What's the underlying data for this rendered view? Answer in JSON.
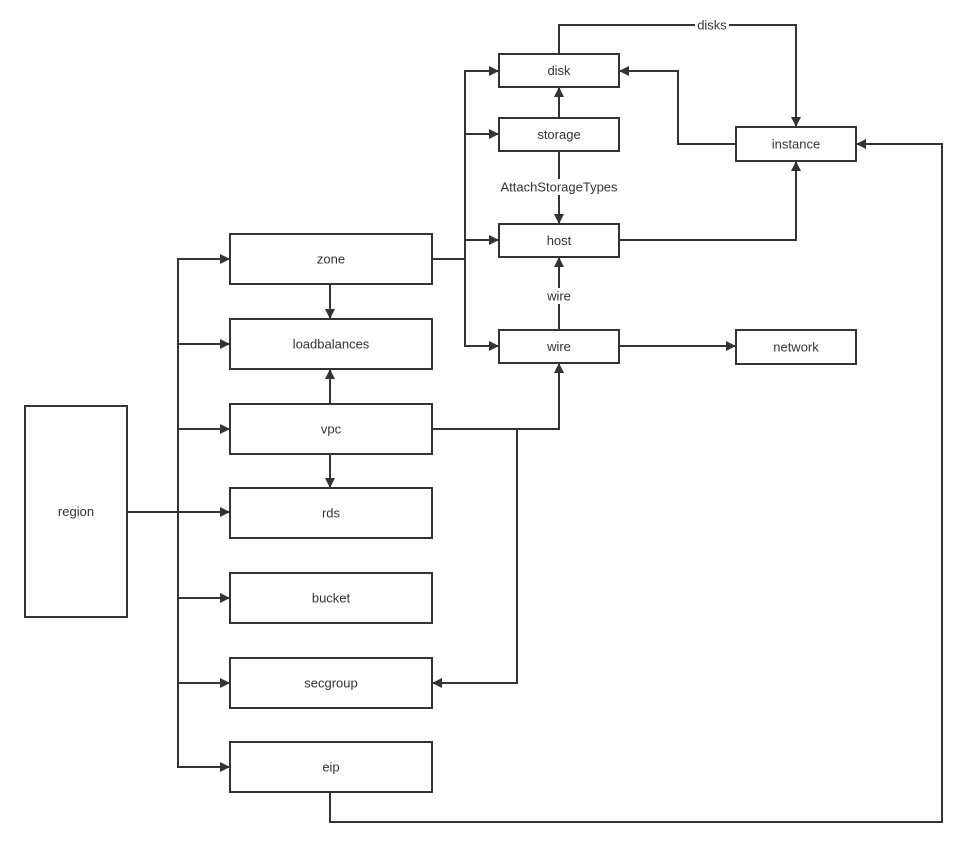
{
  "nodes": {
    "region": "region",
    "zone": "zone",
    "loadbalances": "loadbalances",
    "vpc": "vpc",
    "rds": "rds",
    "bucket": "bucket",
    "secgroup": "secgroup",
    "eip": "eip",
    "disk": "disk",
    "storage": "storage",
    "host": "host",
    "wire": "wire",
    "instance": "instance",
    "network": "network"
  },
  "edge_labels": {
    "disks": "disks",
    "attach_storage_types": "AttachStorageTypes",
    "wire": "wire"
  },
  "edges": [
    {
      "from": "region",
      "to": "zone"
    },
    {
      "from": "region",
      "to": "loadbalances"
    },
    {
      "from": "region",
      "to": "vpc"
    },
    {
      "from": "region",
      "to": "rds"
    },
    {
      "from": "region",
      "to": "bucket"
    },
    {
      "from": "region",
      "to": "secgroup"
    },
    {
      "from": "region",
      "to": "eip"
    },
    {
      "from": "zone",
      "to": "loadbalances"
    },
    {
      "from": "vpc",
      "to": "loadbalances"
    },
    {
      "from": "vpc",
      "to": "rds"
    },
    {
      "from": "zone",
      "to": "disk"
    },
    {
      "from": "zone",
      "to": "storage"
    },
    {
      "from": "zone",
      "to": "host"
    },
    {
      "from": "zone",
      "to": "wire"
    },
    {
      "from": "storage",
      "to": "disk"
    },
    {
      "from": "storage",
      "to": "host",
      "label": "AttachStorageTypes"
    },
    {
      "from": "wire",
      "to": "host",
      "label": "wire"
    },
    {
      "from": "wire",
      "to": "network"
    },
    {
      "from": "vpc",
      "to": "wire"
    },
    {
      "from": "vpc",
      "to": "secgroup"
    },
    {
      "from": "disk",
      "to": "instance",
      "label": "disks"
    },
    {
      "from": "instance",
      "to": "disk"
    },
    {
      "from": "host",
      "to": "instance"
    },
    {
      "from": "eip",
      "to": "instance"
    }
  ]
}
